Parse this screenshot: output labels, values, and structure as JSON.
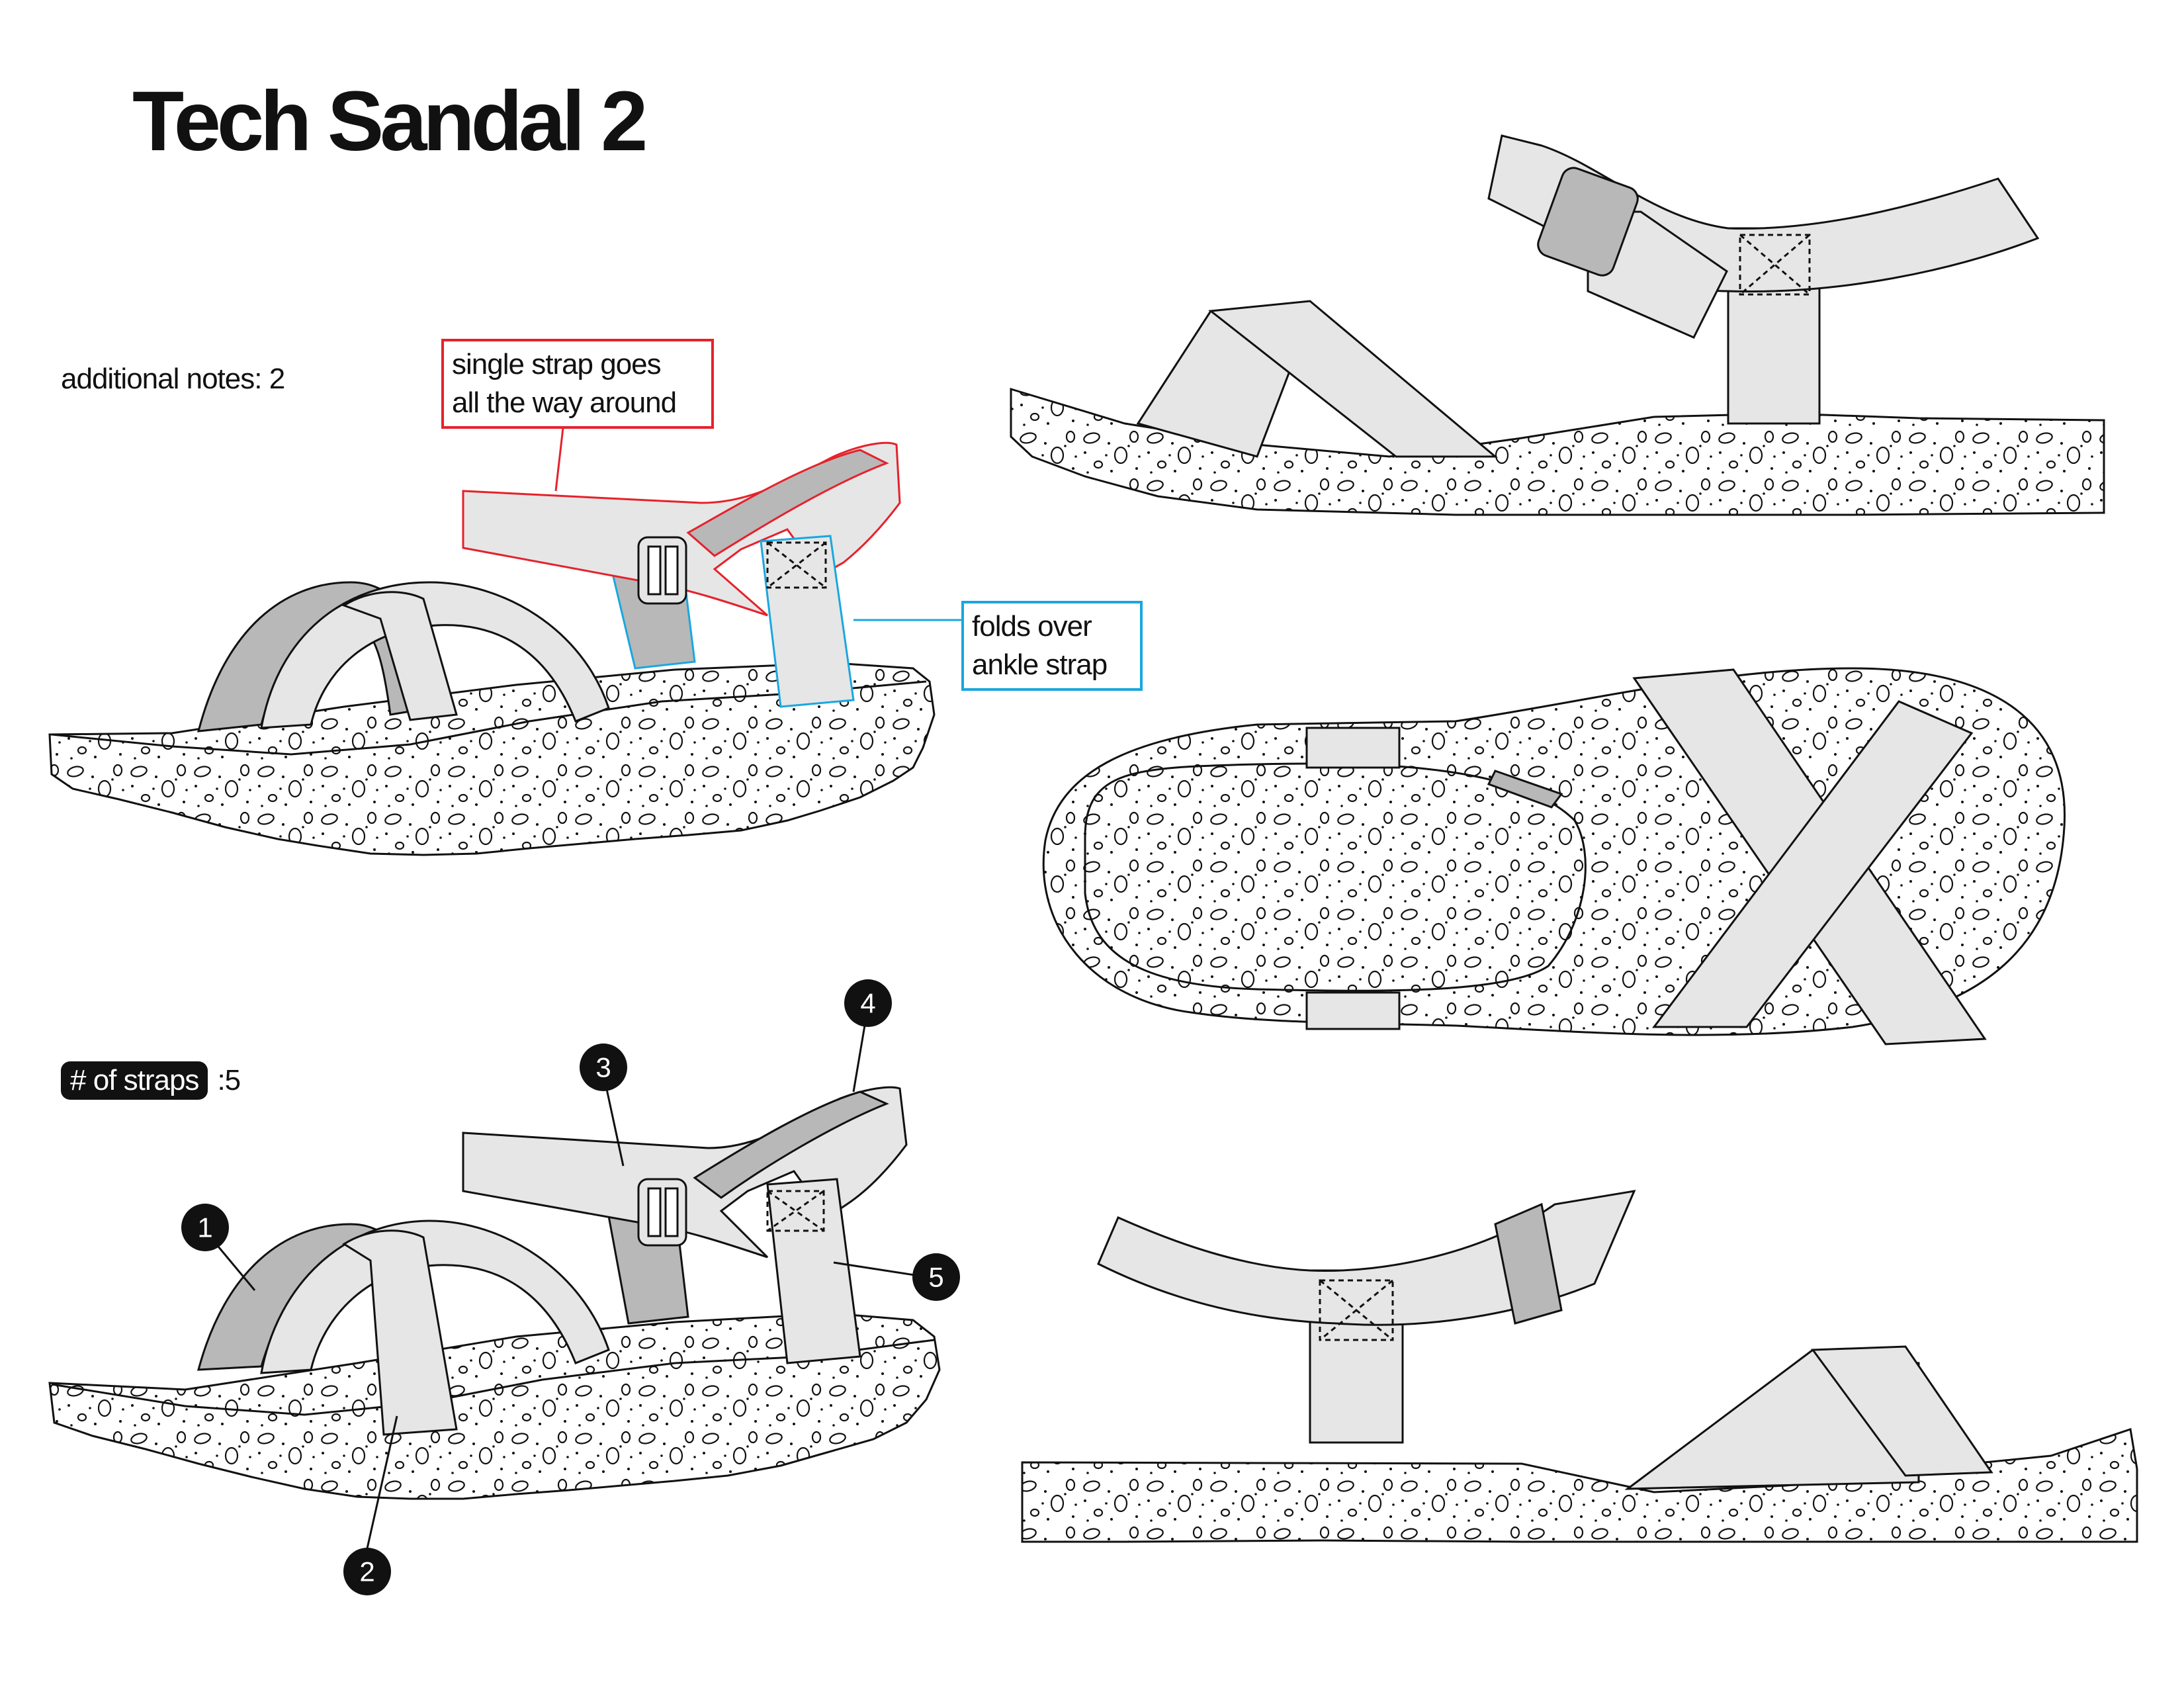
{
  "title": "Tech Sandal 2",
  "additional_notes": {
    "label": "additional notes:",
    "value": "2"
  },
  "straps": {
    "label": "# of straps",
    "value": "5"
  },
  "callouts": {
    "single_strap": [
      "single strap goes",
      "all the way around"
    ],
    "folds_over": [
      "folds over",
      "ankle strap"
    ]
  },
  "markers": [
    "1",
    "2",
    "3",
    "4",
    "5"
  ],
  "colors": {
    "callout_red": "#e5222c",
    "callout_blue": "#1aa7df",
    "strap_fill": "#e6e6e6",
    "strap_shadow": "#b8b8b8",
    "outline": "#111111"
  }
}
